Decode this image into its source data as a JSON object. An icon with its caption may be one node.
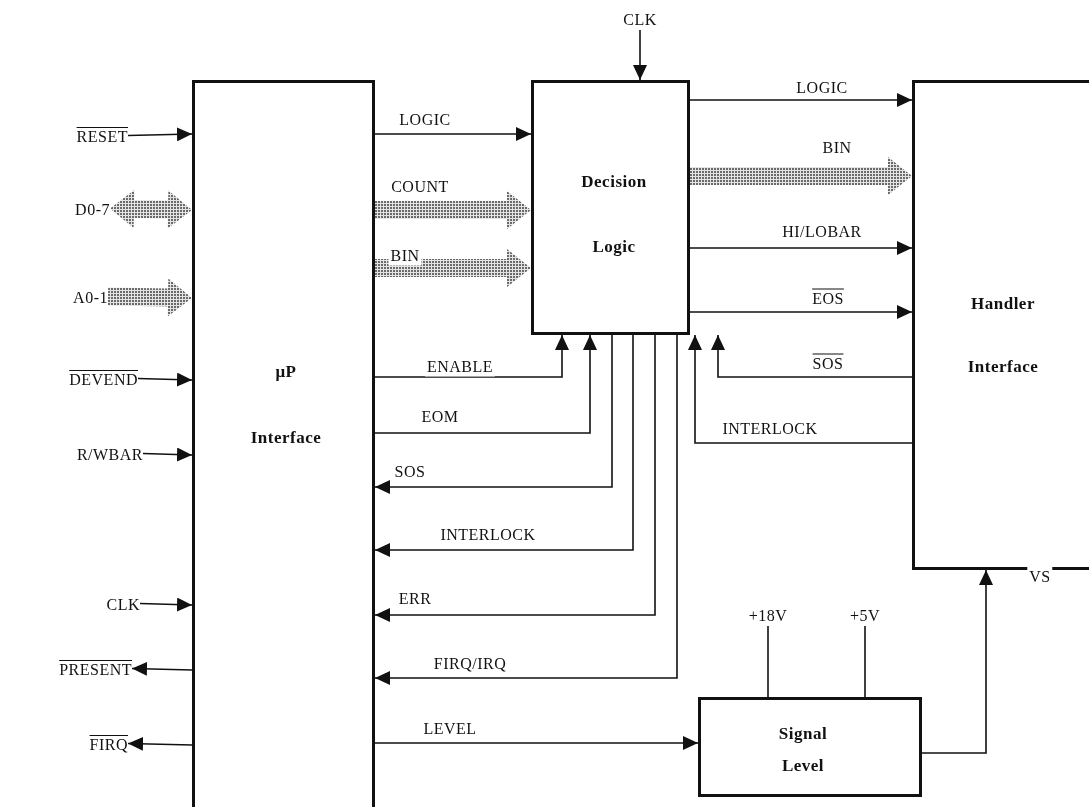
{
  "diagram": {
    "nodes": [
      {
        "text": [
          "μP Interface"
        ]
      },
      {
        "text": [
          "Decision Logic"
        ]
      },
      {
        "text": [
          "Handler Interface"
        ]
      },
      {
        "text": [
          "Signal Level"
        ]
      },
      {
        "text": [
          "RESET"
        ]
      },
      {
        "text": [
          "D0-7"
        ]
      },
      {
        "text": [
          "A0-1"
        ]
      },
      {
        "text": [
          "DEVEND"
        ]
      },
      {
        "text": [
          "R/WBAR"
        ]
      },
      {
        "text": [
          "CLK"
        ]
      },
      {
        "text": [
          "PRESENT"
        ]
      },
      {
        "text": [
          "FIRQ"
        ]
      },
      {
        "text": [
          "CLK"
        ]
      },
      {
        "text": [
          "+18V"
        ]
      },
      {
        "text": [
          "+5V"
        ]
      }
    ],
    "edges": [
      {
        "from": 4,
        "to": 0,
        "arrow": "to"
      },
      {
        "from": 5,
        "to": 0,
        "arrow": "both",
        "style": "thick"
      },
      {
        "from": 6,
        "to": 0,
        "arrow": "to",
        "style": "thick"
      },
      {
        "from": 7,
        "to": 0,
        "arrow": "to"
      },
      {
        "from": 8,
        "to": 0,
        "arrow": "to"
      },
      {
        "from": 9,
        "to": 0,
        "arrow": "to"
      },
      {
        "from": 0,
        "to": 10,
        "arrow": "to"
      },
      {
        "from": 0,
        "to": 11,
        "arrow": "to"
      },
      {
        "from": 12,
        "to": 1,
        "arrow": "to"
      },
      {
        "from": 0,
        "to": 1,
        "arrow": "to",
        "label": "LOGIC"
      },
      {
        "from": 0,
        "to": 1,
        "arrow": "to",
        "label": "COUNT",
        "style": "thick"
      },
      {
        "from": 0,
        "to": 1,
        "arrow": "to",
        "label": "BIN",
        "style": "thick"
      },
      {
        "from": 0,
        "to": 1,
        "arrow": "to",
        "label": "ENABLE"
      },
      {
        "from": 0,
        "to": 1,
        "arrow": "to",
        "label": "EOM"
      },
      {
        "from": 1,
        "to": 0,
        "arrow": "to",
        "label": "SOS"
      },
      {
        "from": 1,
        "to": 0,
        "arrow": "to",
        "label": "INTERLOCK"
      },
      {
        "from": 1,
        "to": 0,
        "arrow": "to",
        "label": "ERR"
      },
      {
        "from": 1,
        "to": 0,
        "arrow": "to",
        "label": "FIRQ/IRQ"
      },
      {
        "from": 0,
        "to": 3,
        "arrow": "to",
        "label": "LEVEL"
      },
      {
        "from": 1,
        "to": 2,
        "arrow": "to",
        "label": "LOGIC"
      },
      {
        "from": 1,
        "to": 2,
        "arrow": "to",
        "label": "BIN",
        "style": "thick"
      },
      {
        "from": 1,
        "to": 2,
        "arrow": "to",
        "label": "HI/LOBAR"
      },
      {
        "from": 1,
        "to": 2,
        "arrow": "to",
        "label": "EOS"
      },
      {
        "from": 2,
        "to": 1,
        "arrow": "to",
        "label": "SOS"
      },
      {
        "from": 2,
        "to": 1,
        "arrow": "to",
        "label": "INTERLOCK"
      },
      {
        "from": 3,
        "to": 2,
        "arrow": "to",
        "label": "VS"
      },
      {
        "from": 13,
        "to": 3,
        "arrow": "none"
      },
      {
        "from": 14,
        "to": 3,
        "arrow": "none"
      }
    ]
  }
}
